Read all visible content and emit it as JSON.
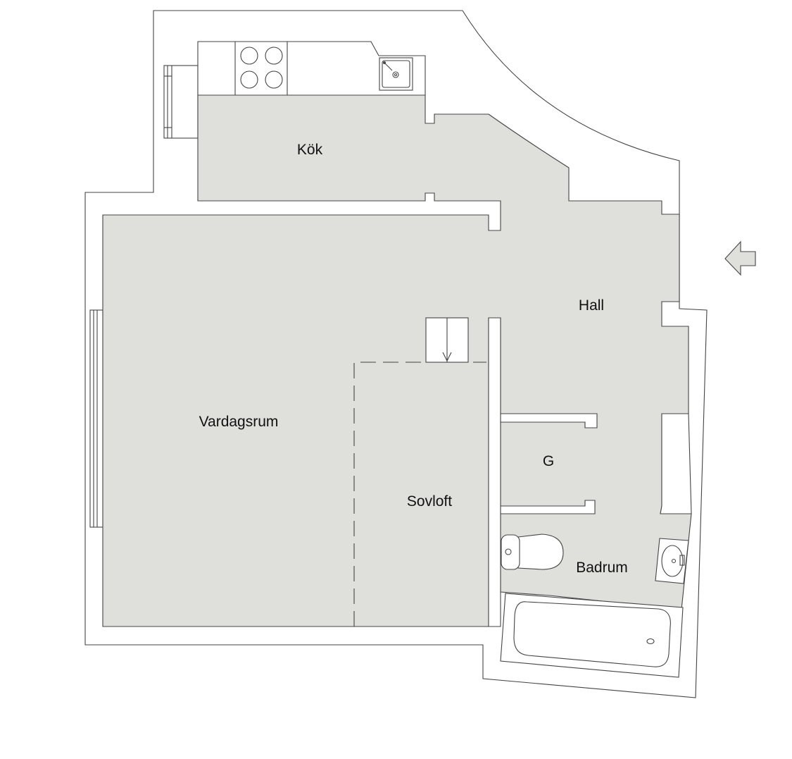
{
  "rooms": {
    "kok": "Kök",
    "hall": "Hall",
    "vardagsrum": "Vardagsrum",
    "sovloft": "Sovloft",
    "g": "G",
    "badrum": "Badrum"
  },
  "colors": {
    "floor": "#dfe0dc",
    "wall": "#ffffff",
    "line": "#444444",
    "arrow": "#dfe0dc"
  },
  "icons": {
    "entrance": "entrance-arrow-icon",
    "stove": "stove-icon",
    "sink": "kitchen-sink-icon",
    "toilet": "toilet-icon",
    "washbasin": "washbasin-icon",
    "bathtub": "bathtub-icon",
    "stairs": "stairs-icon"
  }
}
